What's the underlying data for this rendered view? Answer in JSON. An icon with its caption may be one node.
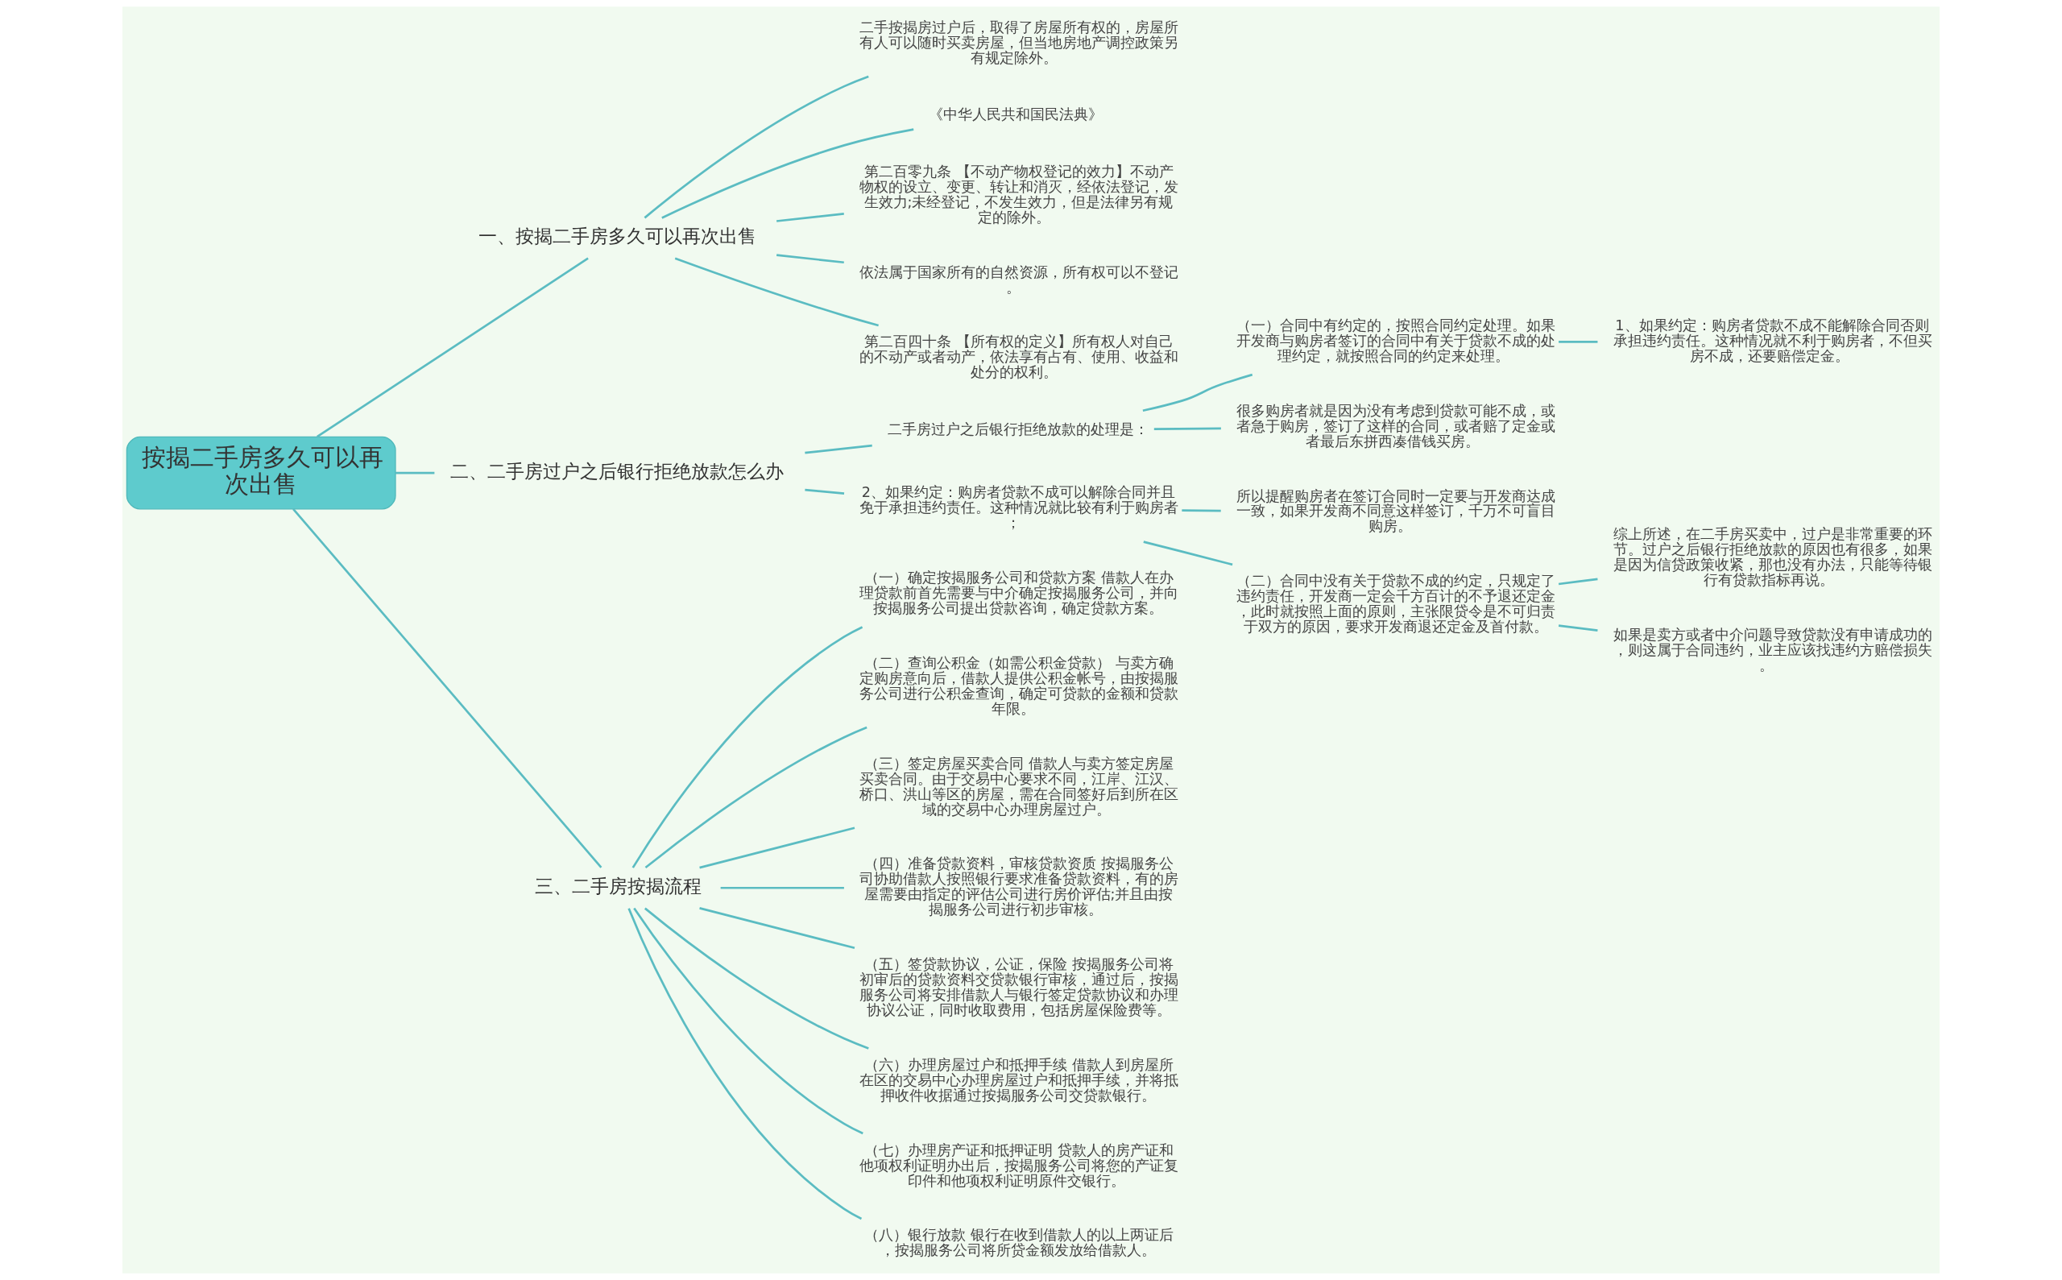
{
  "diagram": {
    "nodes": [
      {
        "text": [
          "按揭二手房多久可以再次出售"
        ]
      },
      {
        "text": [
          "一、按揭二手房多久可以再次出售"
        ]
      },
      {
        "text": [
          "二手按揭房过户后，取得了房屋所有权的，房屋所有人可以随时买卖房屋，但当地房地产调控政策另有规定除外。"
        ]
      },
      {
        "text": [
          "《中华人民共和国民法典》"
        ]
      },
      {
        "text": [
          "第二百零九条 【不动产物权登记的效力】不动产物权的设立、变更、转让和消灭，经依法登记，发生效力;未经登记，不发生效力，但是法律另有规定的除外。"
        ]
      },
      {
        "text": [
          "依法属于国家所有的自然资源，所有权可以不登记。"
        ]
      },
      {
        "text": [
          "第二百四十条 【所有权的定义】所有权人对自己的不动产或者动产，依法享有占有、使用、收益和处分的权利。"
        ]
      },
      {
        "text": [
          "二、二手房过户之后银行拒绝放款怎么办"
        ]
      },
      {
        "text": [
          "二手房过户之后银行拒绝放款的处理是："
        ]
      },
      {
        "text": [
          "（一）合同中有约定的，按照合同约定处理。如果开发商与购房者签订的合同中有关于贷款不成的处理约定，就按照合同的约定来处理。"
        ]
      },
      {
        "text": [
          "1、如果约定：购房者贷款不成不能解除合同否则承担违约责任。这种情况就不利于购房者，不但买房不成，还要赔偿定金。"
        ]
      },
      {
        "text": [
          "很多购房者就是因为没有考虑到贷款可能不成，或者急于购房，签订了这样的合同，或者赔了定金或者最后东拼西凑借钱买房。"
        ]
      },
      {
        "text": [
          "2、如果约定：购房者贷款不成可以解除合同并且免于承担违约责任。这种情况就比较有利于购房者；"
        ]
      },
      {
        "text": [
          "所以提醒购房者在签订合同时一定要与开发商达成一致，如果开发商不同意这样签订，千万不可盲目购房。"
        ]
      },
      {
        "text": [
          "（二）合同中没有关于贷款不成的约定，只规定了违约责任，开发商一定会千方百计的不予退还定金，此时就按照上面的原则，主张限贷令是不可归责于双方的原因，要求开发商退还定金及首付款。"
        ]
      },
      {
        "text": [
          "综上所述，在二手房买卖中，过户是非常重要的环节。过户之后银行拒绝放款的原因也有很多，如果是因为信贷政策收紧，那也没有办法，只能等待银行有贷款指标再说。"
        ]
      },
      {
        "text": [
          "如果是卖方或者中介问题导致贷款没有申请成功的，则这属于合同违约，业主应该找违约方赔偿损失。"
        ]
      },
      {
        "text": [
          "三、二手房按揭流程"
        ]
      },
      {
        "text": [
          "（一）确定按揭服务公司和贷款方案 借款人在办理贷款前首先需要与中介确定按揭服务公司，并向按揭服务公司提出贷款咨询，确定贷款方案。"
        ]
      },
      {
        "text": [
          "（二）查询公积金（如需公积金贷款） 与卖方确定购房意向后，借款人提供公积金帐号，由按揭服务公司进行公积金查询，确定可贷款的金额和贷款年限。"
        ]
      },
      {
        "text": [
          "（三）签定房屋买卖合同 借款人与卖方签定房屋买卖合同。由于交易中心要求不同，江岸、江汉、桥口、洪山等区的房屋，需在合同签好后到所在区域的交易中心办理房屋过户。"
        ]
      },
      {
        "text": [
          "（四）准备贷款资料，审核贷款资质 按揭服务公司协助借款人按照银行要求准备贷款资料，有的房屋需要由指定的评估公司进行房价评估;并且由按揭服务公司进行初步审核。"
        ]
      },
      {
        "text": [
          "（五）签贷款协议，公证，保险 按揭服务公司将初审后的贷款资料交贷款银行审核，通过后，按揭服务公司将安排借款人与银行签定贷款协议和办理协议公证，同时收取费用，包括房屋保险费等。"
        ]
      },
      {
        "text": [
          "（六）办理房屋过户和抵押手续 借款人到房屋所在区的交易中心办理房屋过户和抵押手续，并将抵押收件收据通过按揭服务公司交贷款银行。"
        ]
      },
      {
        "text": [
          "（七）办理房产证和抵押证明 贷款人的房产证和他项权利证明办出后，按揭服务公司将您的产证复印件和他项权利证明原件交银行。"
        ]
      },
      {
        "text": [
          "（八）银行放款 银行在收到借款人的以上两证后，按揭服务公司将所贷金额发放给借款人。"
        ]
      }
    ],
    "edges": [
      {
        "from": 0,
        "to": 1,
        "arrow": "none"
      },
      {
        "from": 1,
        "to": 2,
        "arrow": "none"
      },
      {
        "from": 1,
        "to": 3,
        "arrow": "none"
      },
      {
        "from": 1,
        "to": 4,
        "arrow": "none"
      },
      {
        "from": 1,
        "to": 5,
        "arrow": "none"
      },
      {
        "from": 1,
        "to": 6,
        "arrow": "none"
      },
      {
        "from": 0,
        "to": 7,
        "arrow": "none"
      },
      {
        "from": 7,
        "to": 8,
        "arrow": "none"
      },
      {
        "from": 8,
        "to": 9,
        "arrow": "none"
      },
      {
        "from": 9,
        "to": 10,
        "arrow": "none"
      },
      {
        "from": 8,
        "to": 11,
        "arrow": "none"
      },
      {
        "from": 7,
        "to": 12,
        "arrow": "none"
      },
      {
        "from": 12,
        "to": 13,
        "arrow": "none"
      },
      {
        "from": 12,
        "to": 14,
        "arrow": "none"
      },
      {
        "from": 14,
        "to": 15,
        "arrow": "none"
      },
      {
        "from": 14,
        "to": 16,
        "arrow": "none"
      },
      {
        "from": 0,
        "to": 17,
        "arrow": "none"
      },
      {
        "from": 17,
        "to": 18,
        "arrow": "none"
      },
      {
        "from": 17,
        "to": 19,
        "arrow": "none"
      },
      {
        "from": 17,
        "to": 20,
        "arrow": "none"
      },
      {
        "from": 17,
        "to": 21,
        "arrow": "none"
      },
      {
        "from": 17,
        "to": 22,
        "arrow": "none"
      },
      {
        "from": 17,
        "to": 23,
        "arrow": "none"
      },
      {
        "from": 17,
        "to": 24,
        "arrow": "none"
      },
      {
        "from": 17,
        "to": 25,
        "arrow": "none"
      }
    ]
  }
}
